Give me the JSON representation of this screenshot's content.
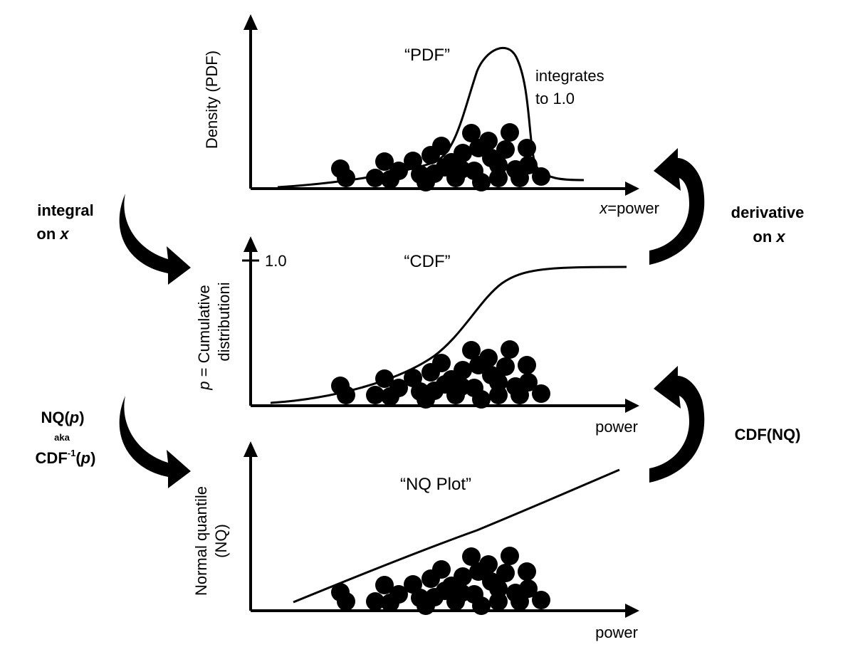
{
  "panels": {
    "pdf": {
      "title": "“PDF”",
      "ylabel": "Density (PDF)",
      "xlabel_var": "x",
      "xlabel_rest": "=power",
      "note_line1": "integrates",
      "note_line2": "to 1.0"
    },
    "cdf": {
      "title": "“CDF”",
      "tick_label": "1.0",
      "ylabel_var": "p",
      "ylabel_line1_rest": " = Cumulative",
      "ylabel_line2": "distributioni",
      "xlabel": "power"
    },
    "nq": {
      "title": "“NQ Plot”",
      "ylabel_line1": "Normal quantile",
      "ylabel_line2": "(NQ)",
      "xlabel": "power"
    }
  },
  "transforms": {
    "integral": {
      "line1": "integral",
      "line2_prefix": "on ",
      "line2_var": "x"
    },
    "derivative": {
      "line1": "derivative",
      "line2_prefix": "on ",
      "line2_var": "x"
    },
    "nq": {
      "line1_prefix": "NQ(",
      "line1_var": "p",
      "line1_suffix": ")",
      "line2": "aka",
      "line3_prefix": "CDF",
      "line3_sup": "-1",
      "line3_open": "(",
      "line3_var": "p",
      "line3_close": ")"
    },
    "cdf_nq": {
      "label": "CDF(NQ)"
    }
  }
}
